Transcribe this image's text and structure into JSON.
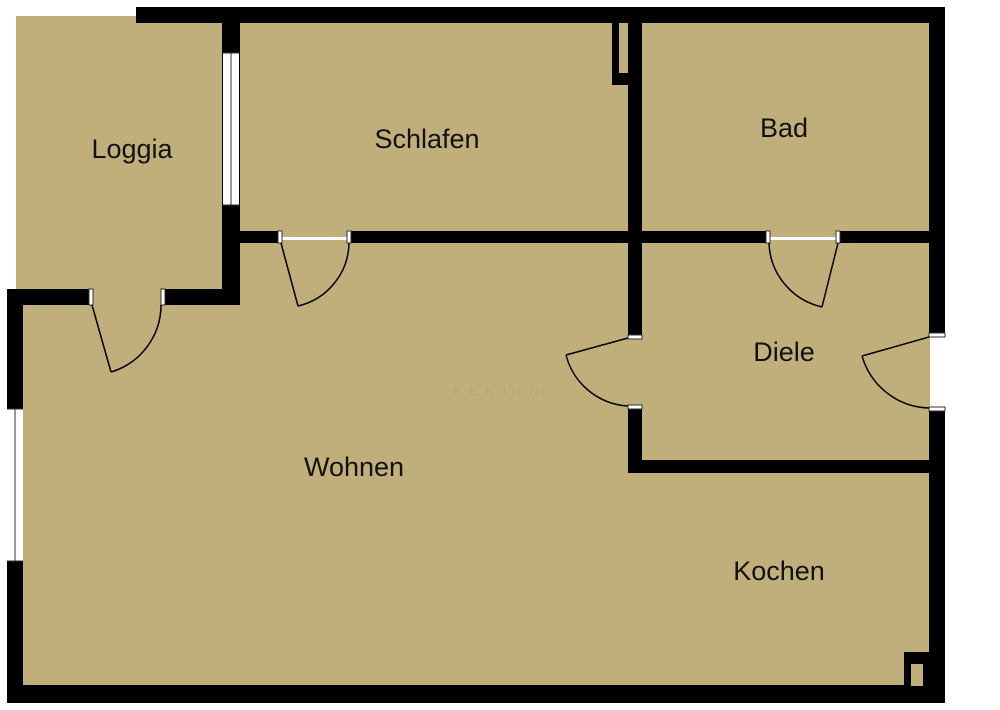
{
  "floorplan": {
    "rooms": {
      "loggia": "Loggia",
      "schlafen": "Schlafen",
      "bad": "Bad",
      "wohnen": "Wohnen",
      "diele": "Diele",
      "kochen": "Kochen"
    },
    "watermark": "BERLIN",
    "colors": {
      "floor": "#c1af7b",
      "wall": "#000000",
      "opening": "#ffffff",
      "background": "#ffffff"
    }
  }
}
